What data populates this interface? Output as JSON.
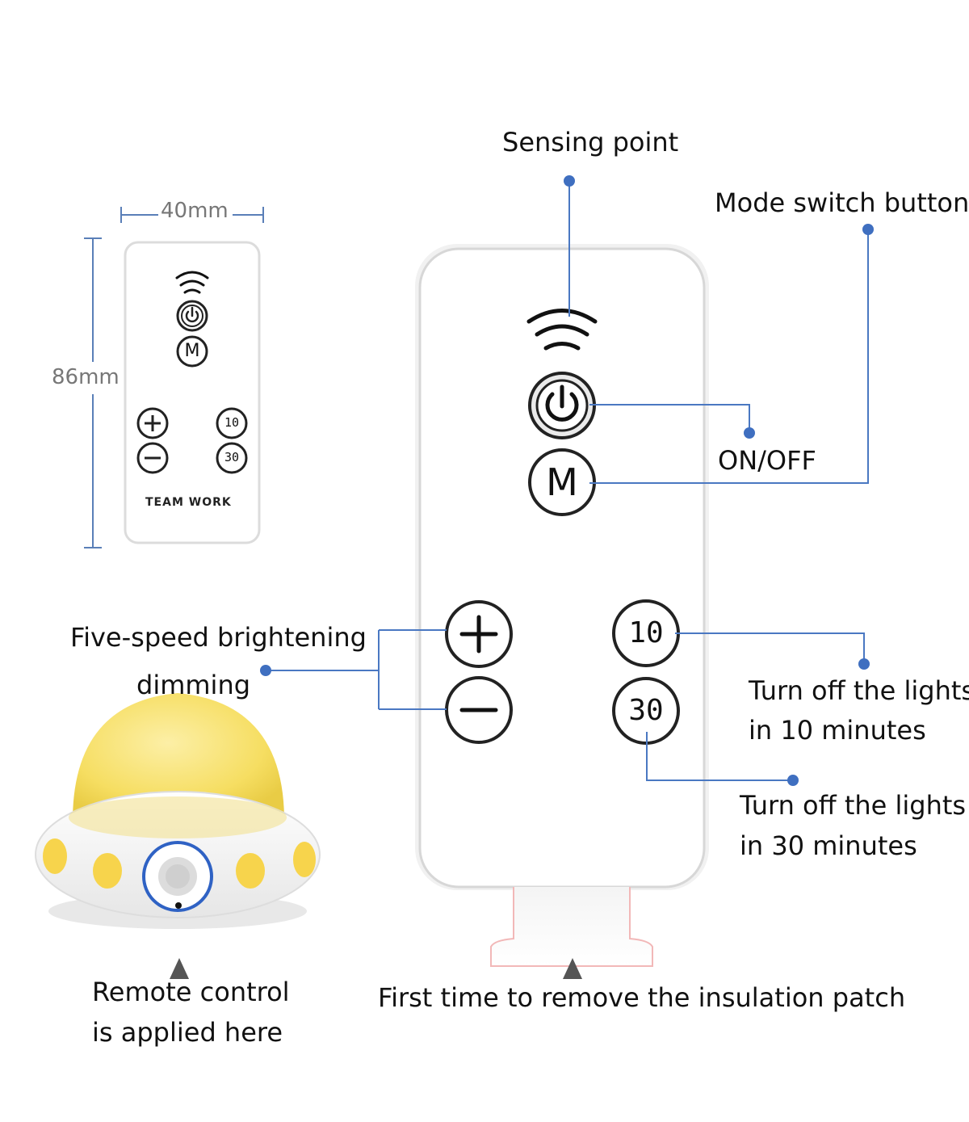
{
  "labels": {
    "sensing_point": "Sensing point",
    "mode_switch_button": "Mode switch button",
    "on_off": "ON/OFF",
    "brightening_line1": "Five-speed brightening",
    "brightening_line2": "dimming",
    "off_10_line1": "Turn off the lights",
    "off_10_line2": "in 10 minutes",
    "off_30_line1": "Turn off the lights",
    "off_30_line2": "in 30 minutes",
    "remote_applied_line1": "Remote control",
    "remote_applied_line2": "is applied here",
    "insulation_patch": "First time to remove the insulation patch"
  },
  "dimensions": {
    "width": "40mm",
    "height": "86mm"
  },
  "small_remote": {
    "brand": "TEAM WORK",
    "btn_10": "10",
    "btn_30": "30",
    "btn_m": "M"
  },
  "large_remote": {
    "btn_10": "10",
    "btn_30": "30",
    "btn_m": "M"
  },
  "colors": {
    "callout_line": "#4a78c2",
    "callout_dot": "#3f6fc0",
    "lamp_dome": "#f9e47a",
    "lamp_lights": "#f7d44c",
    "sensor_ring": "#2f62c4"
  }
}
